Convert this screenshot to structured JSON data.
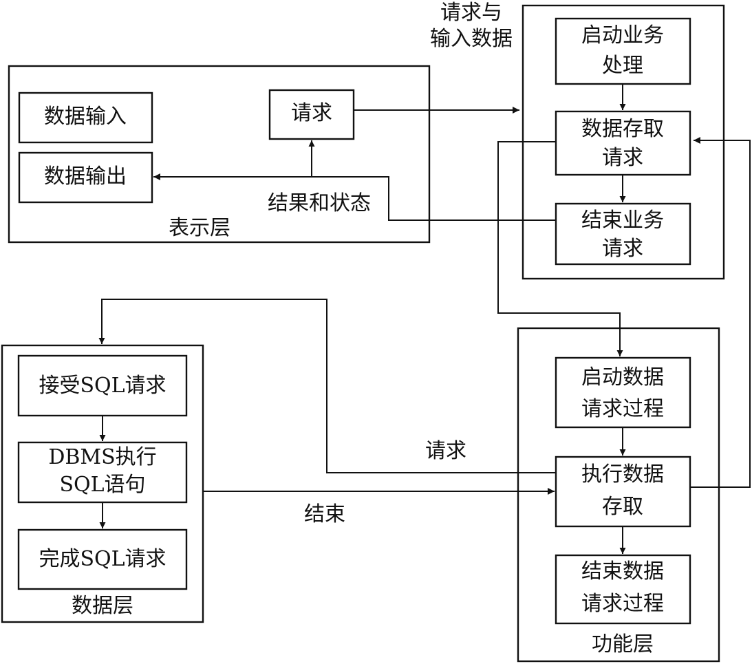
{
  "layers": {
    "presentation": {
      "label": "表示层",
      "boxes": {
        "data_input": "数据输入",
        "data_output": "数据输出",
        "request": "请求"
      },
      "result_label": "结果和状态"
    },
    "business": {
      "in_label_line1": "请求与",
      "in_label_line2": "输入数据",
      "boxes": {
        "start_line1": "启动业务",
        "start_line2": "处理",
        "access_line1": "数据存取",
        "access_line2": "请求",
        "end_line1": "结束业务",
        "end_line2": "请求"
      }
    },
    "functional": {
      "label": "功能层",
      "boxes": {
        "start_line1": "启动数据",
        "start_line2": "请求过程",
        "exec_line1": "执行数据",
        "exec_line2": "存取",
        "end_line1": "结束数据",
        "end_line2": "请求过程"
      }
    },
    "data": {
      "label": "数据层",
      "boxes": {
        "accept": "接受SQL请求",
        "exec_line1": "DBMS执行",
        "exec_line2": "SQL语句",
        "complete": "完成SQL请求"
      }
    }
  },
  "links": {
    "request_label": "请求",
    "finish_label": "结束"
  }
}
